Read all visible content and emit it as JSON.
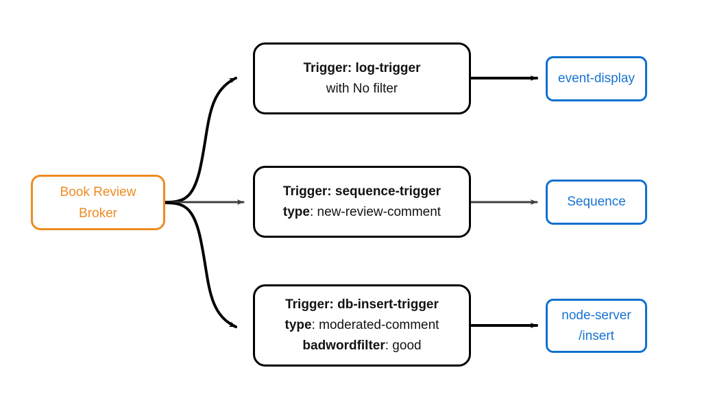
{
  "diagram": {
    "type": "flow-diagram",
    "background_color": "#ffffff",
    "colors": {
      "broker_accent": "#ee8b21",
      "sink_accent": "#1773d1",
      "trigger_border": "#000000",
      "edge_black": "#000000",
      "edge_gray": "#3f3f3f"
    },
    "source": {
      "id": "book-review-broker",
      "line1": "Book Review",
      "line2": "Broker"
    },
    "branches": [
      {
        "id": "log-trigger",
        "trigger": {
          "title_bold": "Trigger: log-trigger",
          "detail_key": "",
          "detail_value": "with No filter",
          "extra_key": "",
          "extra_value": ""
        },
        "sink": {
          "line1": "event-display",
          "line2": ""
        },
        "edge_in_color": "#000000",
        "edge_out_color": "#000000"
      },
      {
        "id": "sequence-trigger",
        "trigger": {
          "title_bold": "Trigger: sequence-trigger",
          "detail_key": "type",
          "detail_value": ": new-review-comment",
          "extra_key": "",
          "extra_value": ""
        },
        "sink": {
          "line1": "Sequence",
          "line2": ""
        },
        "edge_in_color": "#3f3f3f",
        "edge_out_color": "#3f3f3f"
      },
      {
        "id": "db-insert-trigger",
        "trigger": {
          "title_bold": "Trigger: db-insert-trigger",
          "detail_key": "type",
          "detail_value": ": moderated-comment",
          "extra_key": "badwordfilter",
          "extra_value": ": good"
        },
        "sink": {
          "line1": "node-server",
          "line2": "/insert"
        },
        "edge_in_color": "#000000",
        "edge_out_color": "#000000"
      }
    ]
  }
}
